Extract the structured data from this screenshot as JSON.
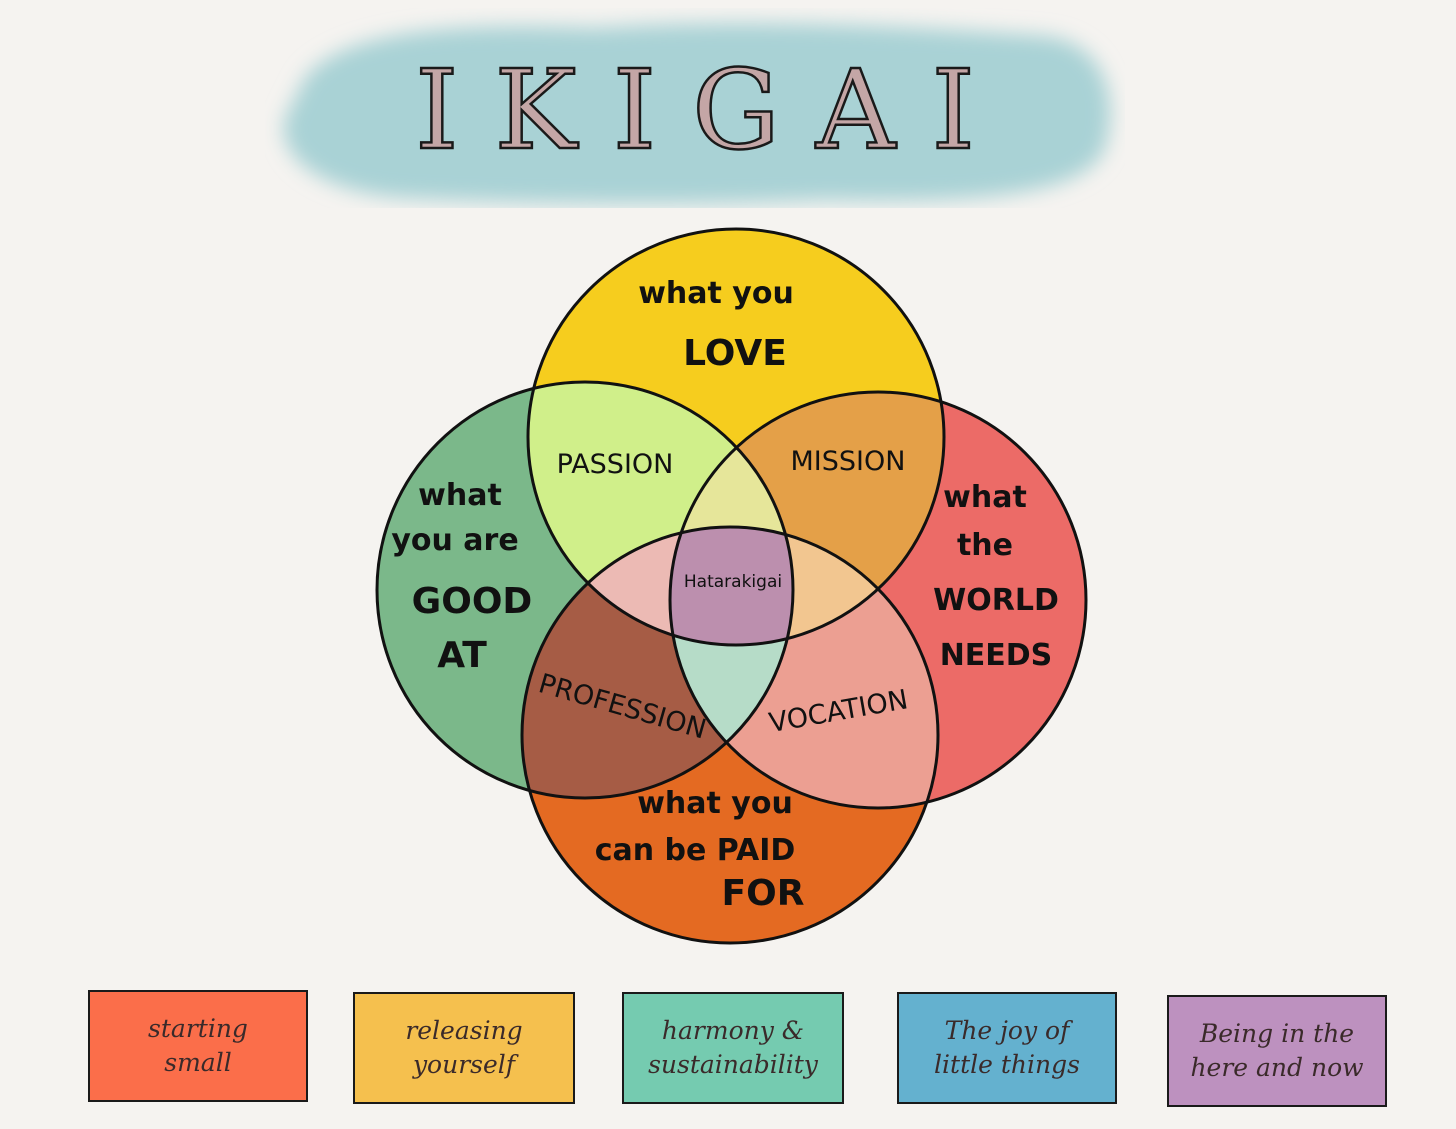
{
  "title": "IKIGAI",
  "circles": {
    "love": {
      "line1": "what you",
      "line2": "LOVE",
      "color": "#f6cd1e"
    },
    "good_at": {
      "line1": "what",
      "line2": "you are",
      "line3": "GOOD",
      "line4": "AT",
      "color": "#7bb88a"
    },
    "world_needs": {
      "line1": "what",
      "line2": "the",
      "line3": "WORLD",
      "line4": "NEEDS",
      "color": "#ec6b67"
    },
    "paid_for": {
      "line1": "what you",
      "line2": "can be PAID",
      "line3": "FOR",
      "color": "#e46a22"
    }
  },
  "overlaps": {
    "passion": "PASSION",
    "mission": "MISSION",
    "profession": "PROFESSION",
    "vocation": "VOCATION",
    "center": "Hatarakigai"
  },
  "cards": [
    {
      "text": "starting\nsmall",
      "color": "#fb6e4a"
    },
    {
      "text": "releasing\nyourself",
      "color": "#f5c04e"
    },
    {
      "text": "harmony &\nsustainability",
      "color": "#75cbb0"
    },
    {
      "text": "The joy of\nlittle things",
      "color": "#64b1cf"
    },
    {
      "text": "Being in the\nhere and now",
      "color": "#bd91bf"
    }
  ]
}
